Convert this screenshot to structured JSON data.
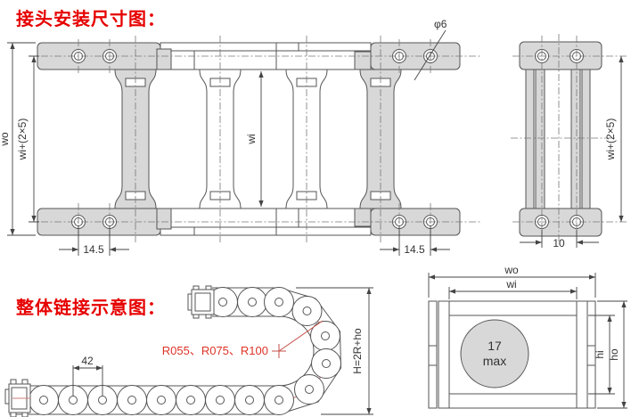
{
  "titles": {
    "joint_dims": "接头安装尺寸图：",
    "assembly": "整体链接示意图："
  },
  "colors": {
    "title_red": "#e60000",
    "label_red": "#dd3326",
    "centerline_red": "#cf7d78",
    "line": "#555555",
    "gray_fill": "#d8d8d8"
  },
  "plan_view": {
    "outer_width": "wo",
    "mount_width": "wi+(2×5)",
    "inner_width": "wi",
    "hole_pitch_left": "14.5",
    "hole_pitch_right": "14.5",
    "hole_dia": "φ6"
  },
  "side_view": {
    "mount_width": "wi+(2×5)",
    "hole_pitch": "10"
  },
  "chain_view": {
    "link_pitch": "42",
    "bend_radii": "R055、R075、R100",
    "height_formula": "H=2R+ho"
  },
  "section_view": {
    "outer_width": "wo",
    "inner_width": "wi",
    "bore_line1": "17",
    "bore_line2": "max",
    "inner_height": "hi",
    "outer_height": "ho"
  }
}
